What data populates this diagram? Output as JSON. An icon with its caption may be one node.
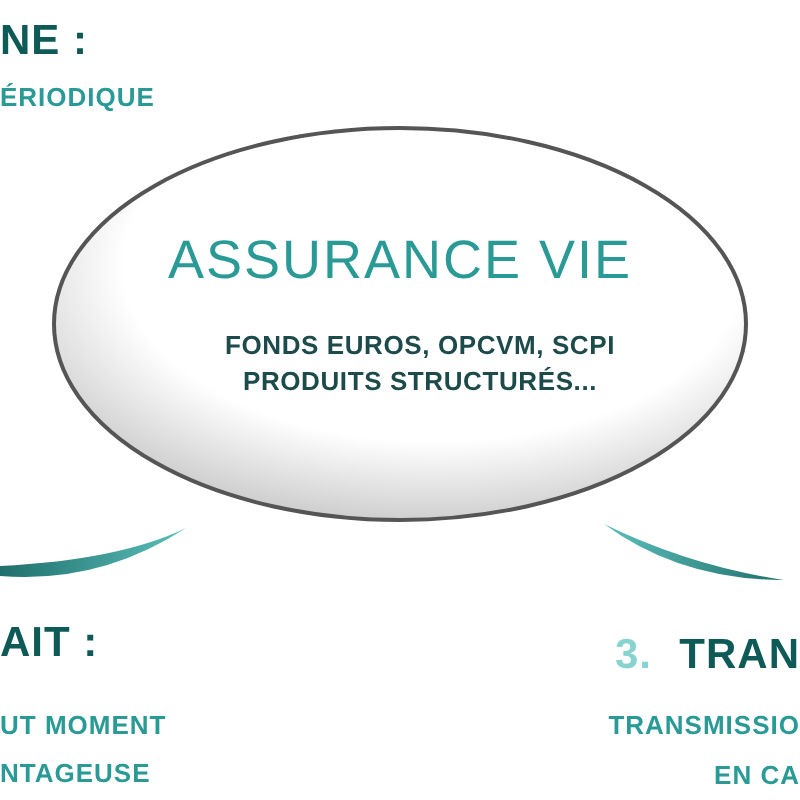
{
  "diagram": {
    "nodes": [
      {
        "text": [
          "ASSURANCE VIE",
          "FONDS EUROS, OPCVM, SCPI PRODUITS STRUCTURÉS..."
        ]
      }
    ],
    "labels": [
      "NE :",
      "ÉRIODIQUE",
      "AIT :",
      "UT MOMENT",
      "NTAGEUSE",
      "3.",
      "TRAN",
      "TRANSMISSIO",
      "EN CA"
    ]
  }
}
